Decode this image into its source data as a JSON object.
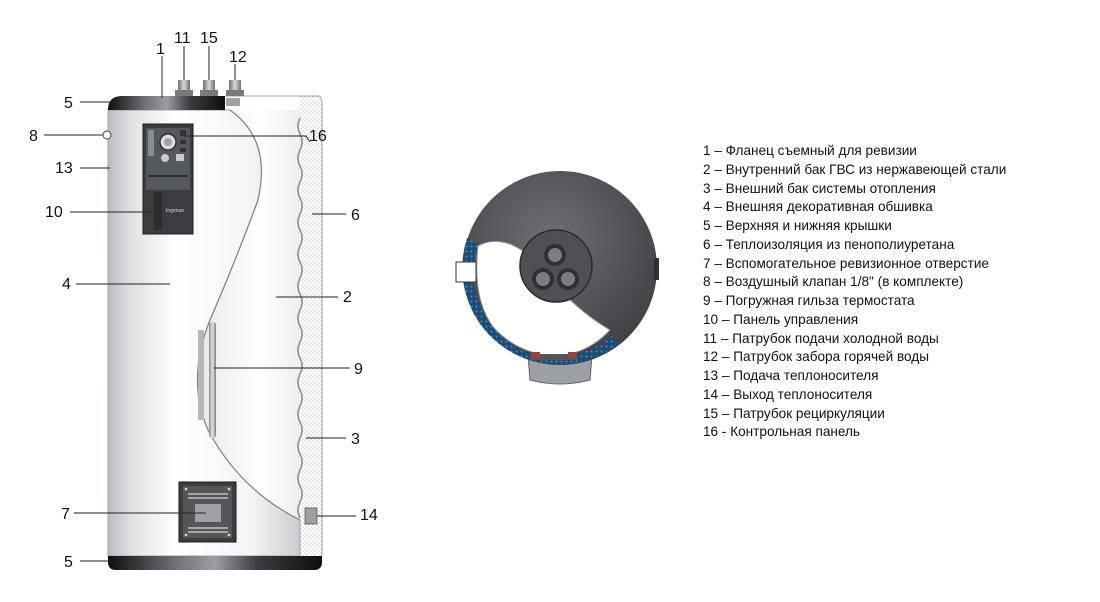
{
  "callouts": {
    "c1": "1",
    "c11": "11",
    "c15": "15",
    "c12": "12",
    "c5_top": "5",
    "c8": "8",
    "c16": "16",
    "c13": "13",
    "c10": "10",
    "c6": "6",
    "c4": "4",
    "c2": "2",
    "c9": "9",
    "c3": "3",
    "c7": "7",
    "c14": "14",
    "c5_bottom": "5"
  },
  "panel_brand": "Ingenue",
  "legend": [
    "1 –    Фланец съемный для ревизии",
    "2 –    Внутренний бак ГВС из нержавеющей стали",
    "3 –    Внешний бак системы отопления",
    "4 –    Внешняя декоративная обшивка",
    "5 –    Верхняя и нижняя крышки",
    "6 –    Теплоизоляция из пенополиуретана",
    "7 –    Вспомогательное ревизионное отверстие",
    "8 –    Воздушный клапан 1/8\"  (в комплекте)",
    "9 –    Погружная гильза термостата",
    "10 –  Панель управления",
    "11 –  Патрубок подачи холодной воды",
    "12 –  Патрубок забора горячей воды",
    "13 –  Подача теплоносителя",
    "14 –  Выход теплоносителя",
    "15 – Патрубок рециркуляции",
    "16 - Контрольная панель"
  ]
}
